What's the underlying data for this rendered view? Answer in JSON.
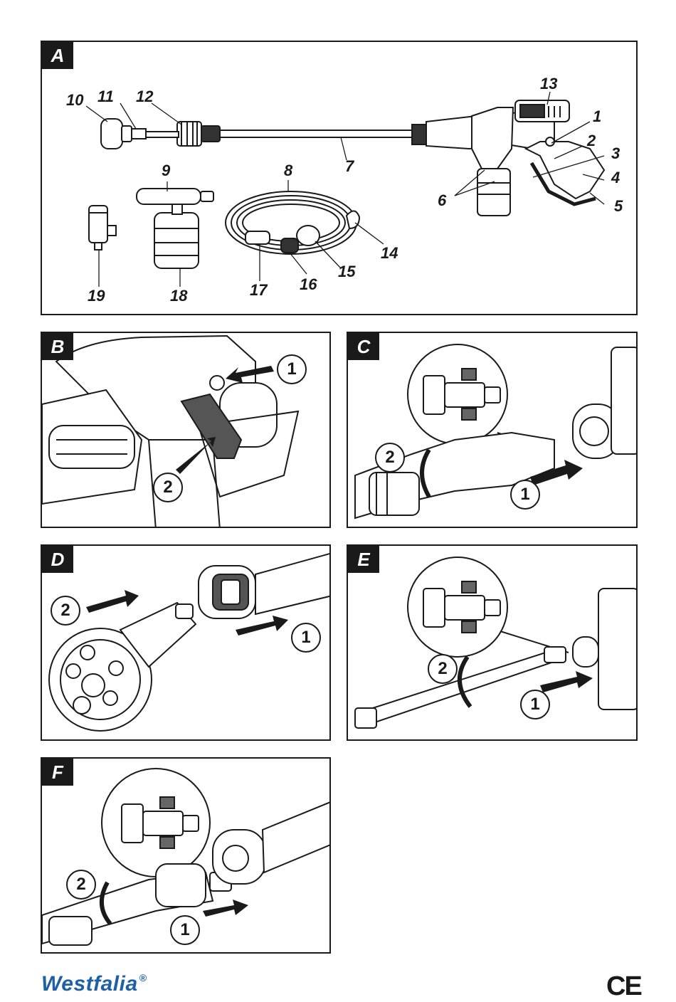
{
  "panels": {
    "A": {
      "tag": "A",
      "labels": {
        "l1": "1",
        "l2": "2",
        "l3": "3",
        "l4": "4",
        "l5": "5",
        "l6": "6",
        "l7": "7",
        "l8": "8",
        "l9": "9",
        "l10": "10",
        "l11": "11",
        "l12": "12",
        "l13": "13",
        "l14": "14",
        "l15": "15",
        "l16": "16",
        "l17": "17",
        "l18": "18",
        "l19": "19"
      }
    },
    "B": {
      "tag": "B",
      "step1": "1",
      "step2": "2"
    },
    "C": {
      "tag": "C",
      "step1": "1",
      "step2": "2"
    },
    "D": {
      "tag": "D",
      "step1": "1",
      "step2": "2"
    },
    "E": {
      "tag": "E",
      "step1": "1",
      "step2": "2"
    },
    "F": {
      "tag": "F",
      "step1": "1",
      "step2": "2"
    }
  },
  "footer": {
    "brand": "Westfalia",
    "registered": "®",
    "ce_mark": "CE"
  },
  "icons": [
    "pressure-washer-gun-icon",
    "hose-icon",
    "detergent-bottle-icon",
    "lance-icon",
    "nozzle-icon",
    "arrow-icon",
    "rotate-arrow-icon"
  ],
  "colors": {
    "line": "#1a1a1a",
    "brand": "#1f5fa8"
  }
}
